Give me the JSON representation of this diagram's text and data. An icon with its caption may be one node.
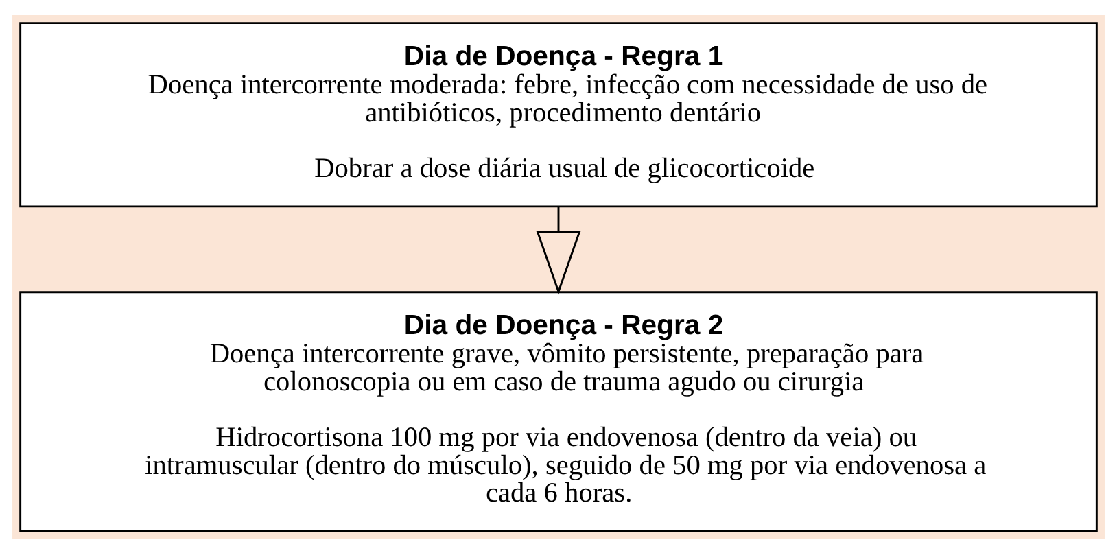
{
  "diagram": {
    "nodes": [
      {
        "text": [
          "Dia de Doença - Regra 1",
          "Doença intercorrente moderada: febre, infecção com necessidade de uso de antibióticos, procedimento dentário",
          "Dobrar a dose diária usual de glicocorticoide"
        ]
      },
      {
        "text": [
          "Dia de Doença - Regra 2",
          "Doença intercorrente grave, vômito persistente, preparação para colonoscopia ou em caso de trauma agudo ou cirurgia",
          "Hidrocortisona 100 mg por via endovenosa (dentro da veia) ou intramuscular (dentro do músculo), seguido de 50 mg por via endovenosa a cada 6 horas."
        ]
      }
    ],
    "edges": [
      {
        "from": 0,
        "to": 1,
        "arrow": "to"
      }
    ]
  }
}
